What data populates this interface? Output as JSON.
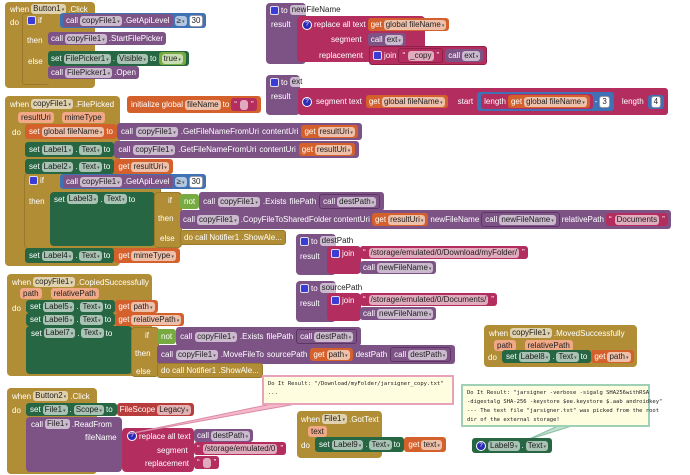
{
  "kw": {
    "when": "when",
    "do": "do",
    "call": "call",
    "set": "set",
    "to": "to",
    "get": "get",
    "if": "if",
    "then": "then",
    "else": "else",
    "result": "result",
    "not": "not",
    "join": "join",
    "dot": ".",
    "gte": "≥",
    "minus": "-",
    "segment": "segment",
    "replacement": "replacement",
    "replace_all": "replace all text",
    "segment_text": "segment text",
    "start": "start",
    "length": "length",
    "init_global": "initialize global",
    "file_path": "filePath",
    "content_uri": "contentUri",
    "new_file_name": "newFileName",
    "relative_path": "relativePath",
    "dest_path": "destPath",
    "source_path": "sourcePath",
    "file_name": "fileName",
    "text_prop": "Text",
    "notifier": "do call  Notifier1 .ShowAle...",
    "help": "?"
  },
  "button1": {
    "component": "Button1",
    "event": ".Click",
    "copy_file": "copyFile1",
    "get_api": ".GetApiLevel",
    "api_value": "30",
    "start_picker": ".StartFilePicker",
    "picker": "FilePicker1",
    "visible": "Visible",
    "true": "true",
    "open": ".Open"
  },
  "proc_new_file_name": {
    "name": "newFileName",
    "global": "global fileName",
    "ext": "ext",
    "copy": "_copy"
  },
  "proc_ext": {
    "name": "ext",
    "global": "global fileName",
    "minus_value": "3",
    "length_value": "4"
  },
  "file_picked": {
    "component": "copyFile1",
    "event": ".FilePicked",
    "params": [
      "resultUri",
      "mimeType"
    ],
    "global_var": "fileName",
    "set_global": "global fileName",
    "from_uri": ".GetFileNameFromUri",
    "label1": "Label1",
    "label2": "Label2",
    "label3": "Label3",
    "label4": "Label4",
    "result_uri": "resultUri",
    "mime_type": "mimeType",
    "exists": ".Exists",
    "copy_shared": ".CopyFileToSharedFolder",
    "documents": "Documents"
  },
  "proc_dest_path": {
    "name": "destPath",
    "path": "/storage/emulated/0/Download/myFolder/"
  },
  "proc_source_path": {
    "name": "sourcePath",
    "path": "/storage/emulated/0/Documents/"
  },
  "copied": {
    "event": ".CopiedSuccessfully",
    "params": [
      "path",
      "relativePath"
    ],
    "label5": "Label5",
    "label6": "Label6",
    "label7": "Label7",
    "move": ".MoveFileTo"
  },
  "moved": {
    "event": ".MovedSuccessfully",
    "label8": "Label8"
  },
  "button2": {
    "component": "Button2",
    "file": "File1",
    "scope": "Scope",
    "file_scope": "FileScope",
    "legacy": "Legacy",
    "read_from": ".ReadFrom",
    "segment_value": "/storage/emulated/0"
  },
  "got_text": {
    "event": ".GotText",
    "param": "text",
    "label9": "Label9"
  },
  "comments": {
    "first": [
      "Do It Result: \"/Download/myFolder/jarsigner_copy.txt\"",
      "..."
    ],
    "second": [
      "Do It Result: \"jarsigner -verbose -sigalg SHA256withRSA",
      "-digestalg SHA-256 -keystore $ee.keystore $.aab androidkey\"",
      "--- The text file \"jarsigner.txt\" was picked from the root",
      "dir of the external storage!"
    ]
  }
}
